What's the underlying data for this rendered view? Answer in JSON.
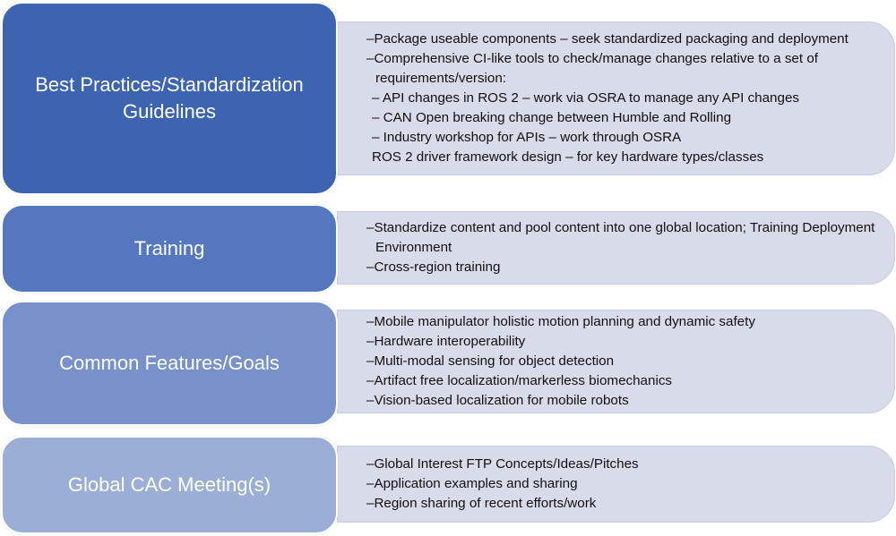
{
  "colors": {
    "row1": "#3d64b1",
    "row2": "#5577c0",
    "row3": "#7991cb",
    "row4": "#9aaed6",
    "panel": "#d8dbea"
  },
  "rows": [
    {
      "title": "Best Practices/Standardization Guidelines",
      "items": [
        "–Package useable components – seek standardized packaging and deployment",
        "–Comprehensive CI-like tools to check/manage changes relative to a set of requirements/version:",
        "– API changes in ROS 2 – work via OSRA to manage any API changes",
        "– CAN Open breaking change between Humble and Rolling",
        "– Industry workshop for APIs – work through OSRA",
        "ROS 2 driver framework design – for key hardware types/classes"
      ]
    },
    {
      "title": "Training",
      "items": [
        "–Standardize content and pool content into one global location; Training Deployment Environment",
        "–Cross-region training"
      ]
    },
    {
      "title": "Common Features/Goals",
      "items": [
        "–Mobile manipulator holistic motion planning and dynamic safety",
        "–Hardware interoperability",
        "–Multi-modal sensing for object detection",
        "–Artifact free localization/markerless biomechanics",
        "–Vision-based localization for mobile robots"
      ]
    },
    {
      "title": "Global CAC Meeting(s)",
      "items": [
        "–Global Interest FTP Concepts/Ideas/Pitches",
        "–Application examples and sharing",
        "–Region sharing of recent efforts/work"
      ]
    }
  ]
}
